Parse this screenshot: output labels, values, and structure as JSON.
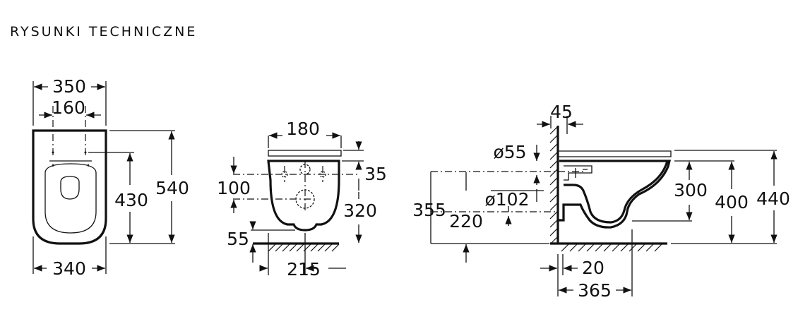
{
  "title": "RYSUNKI TECHNICZNE",
  "views": {
    "top": {
      "w350": "350",
      "w160": "160",
      "h540": "540",
      "h430": "430",
      "w340": "340"
    },
    "front": {
      "w180": "180",
      "h35": "35",
      "h100": "100",
      "h320": "320",
      "h55": "55",
      "w215": "215"
    },
    "side": {
      "w45": "45",
      "d55": "ø55",
      "d102": "ø102",
      "h355": "355",
      "h220": "220",
      "h300": "300",
      "h400": "400",
      "h440": "440",
      "w20": "20",
      "w365": "365"
    }
  }
}
